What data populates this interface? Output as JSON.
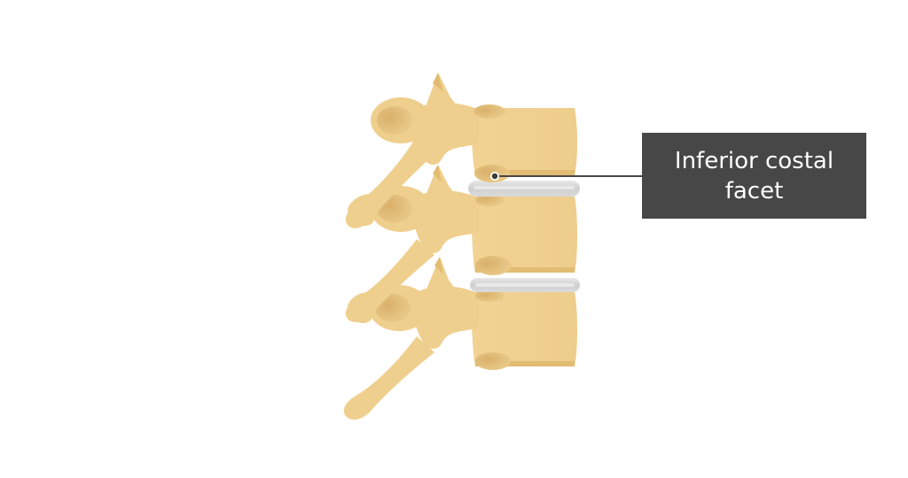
{
  "figure": {
    "subject": "Thoracic vertebrae, lateral view",
    "vertebra_count": 3,
    "colors": {
      "bone": "#EFCF8E",
      "bone_shade": "#E2BC73",
      "bone_highlight": "#F5DBA3",
      "disc": "#D4D4D4",
      "disc_light": "#E6E6E6",
      "leader_line": "#474747",
      "label_bg": "#474747",
      "label_text": "#FFFFFF",
      "background": "#FFFFFF"
    }
  },
  "label": {
    "text": "Inferior costal facet",
    "line1": "Inferior costal",
    "line2": "facet"
  }
}
